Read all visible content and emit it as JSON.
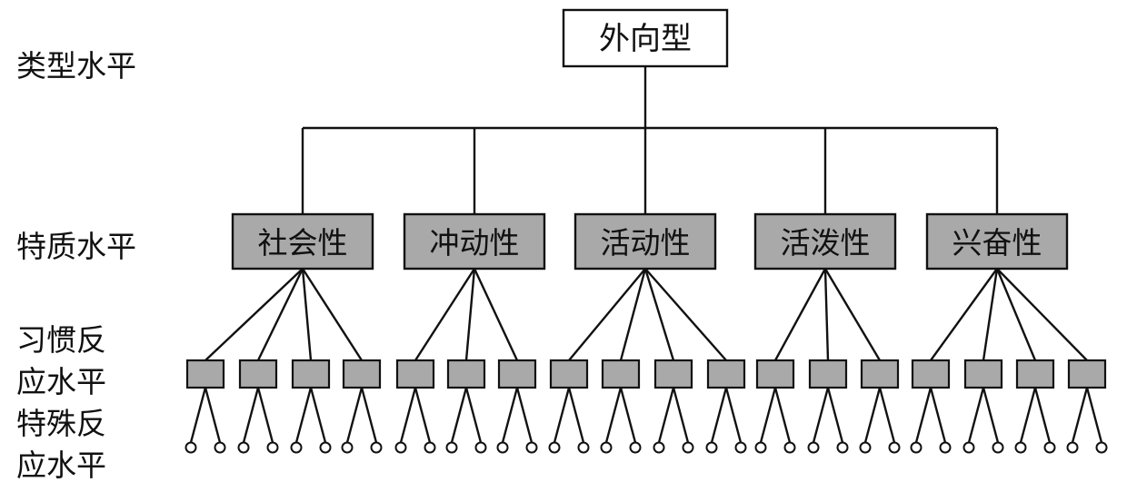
{
  "level_labels": {
    "type_level": "类型水平",
    "trait_level": "特质水平",
    "habit_level_line1": "习惯反",
    "habit_level_line2": "应水平",
    "specific_level_line1": "特殊反",
    "specific_level_line2": "应水平"
  },
  "root": {
    "label": "外向型"
  },
  "traits": [
    {
      "label": "社会性",
      "habit_responses": 4
    },
    {
      "label": "冲动性",
      "habit_responses": 3
    },
    {
      "label": "活动性",
      "habit_responses": 4
    },
    {
      "label": "活泼性",
      "habit_responses": 3
    },
    {
      "label": "兴奋性",
      "habit_responses": 4
    }
  ],
  "specific_responses_per_habit": 2,
  "colors": {
    "box_fill": "#a9a9a9",
    "root_fill": "#ffffff",
    "stroke": "#111111"
  }
}
